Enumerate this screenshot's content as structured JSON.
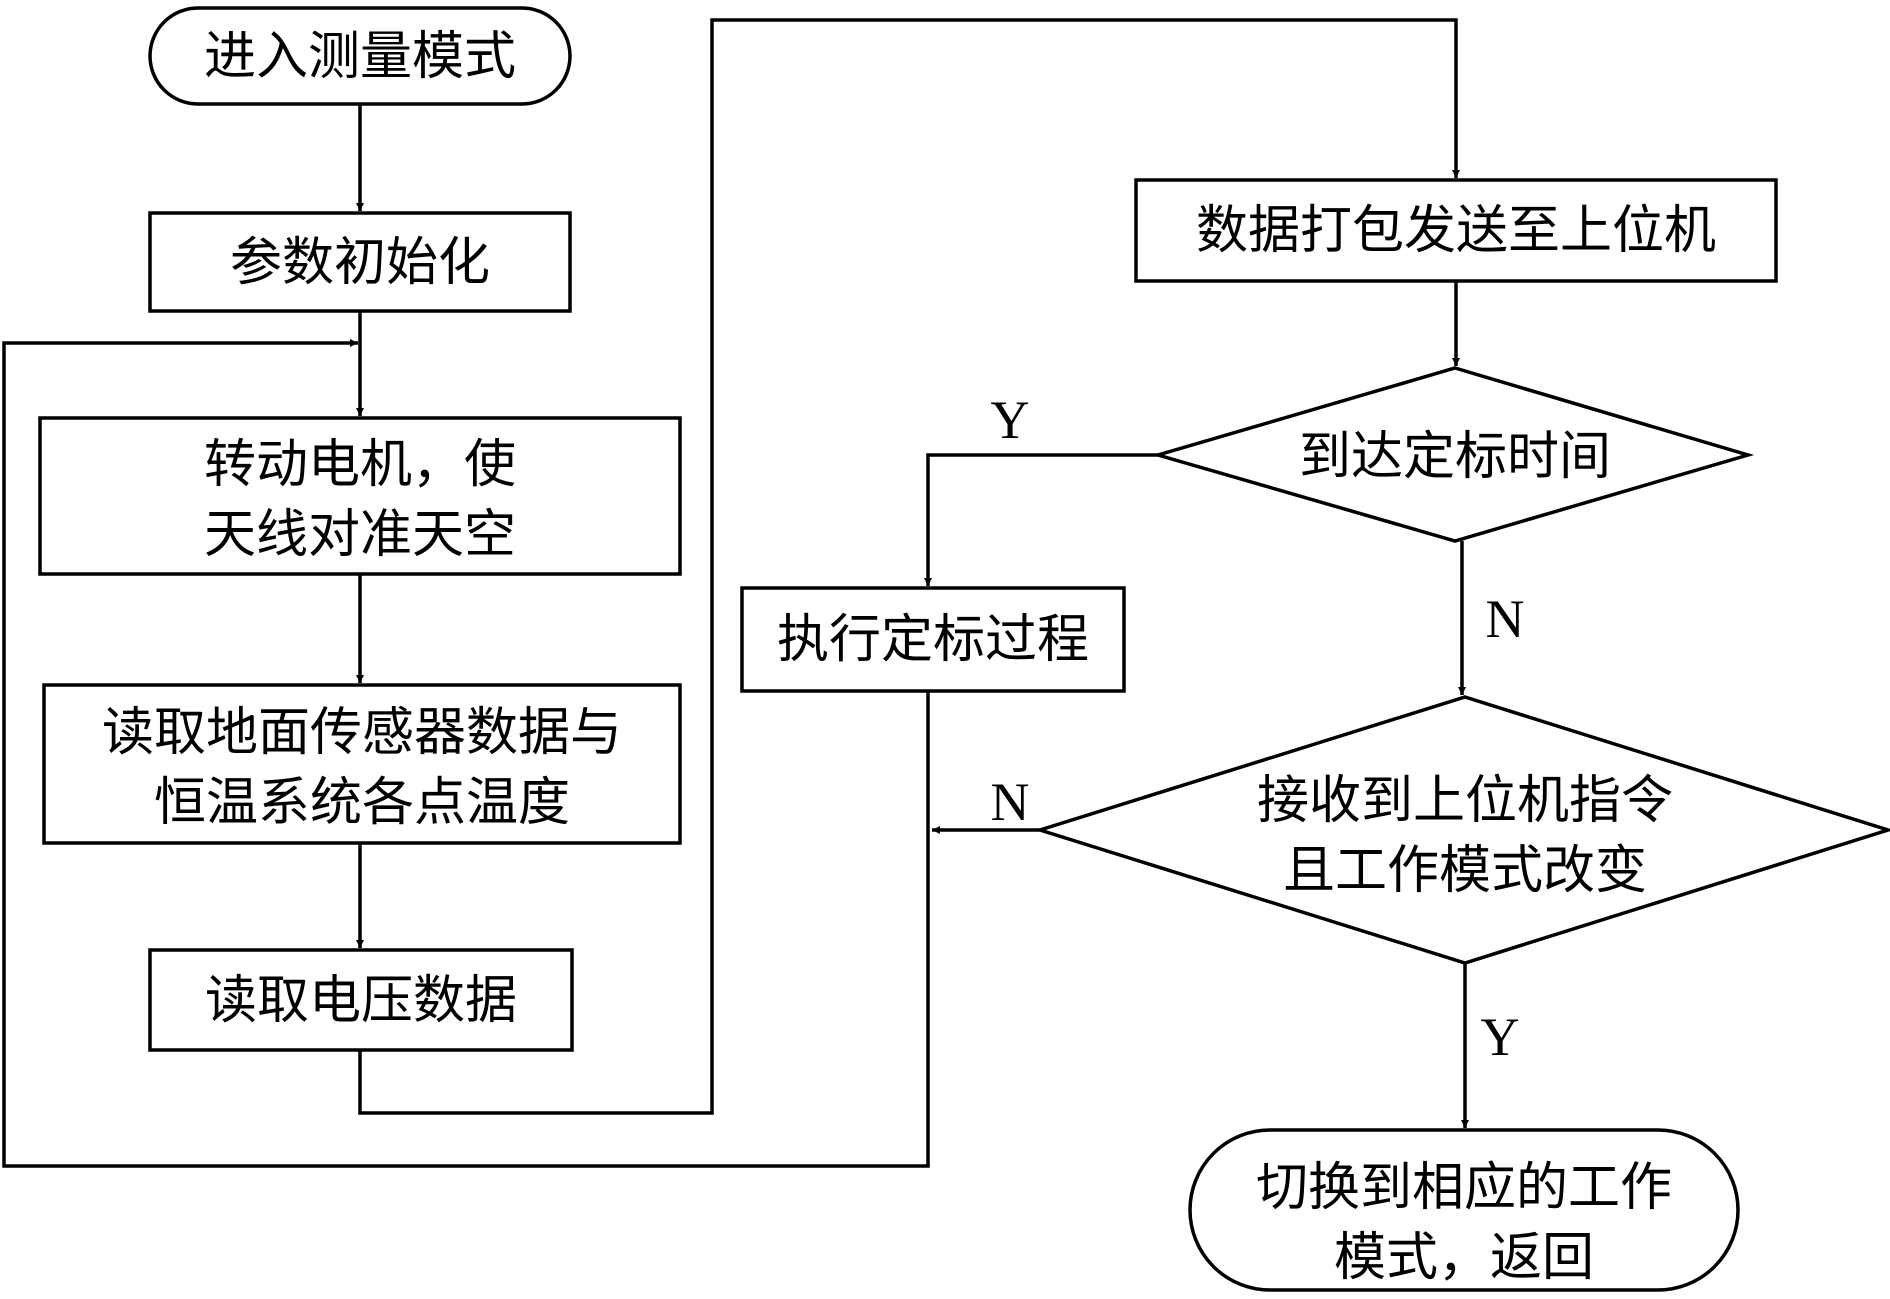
{
  "nodes": {
    "start": "进入测量模式",
    "init": "参数初始化",
    "rotate": [
      "转动电机，使",
      "天线对准天空"
    ],
    "read_sensors": [
      "读取地面传感器数据与",
      "恒温系统各点温度"
    ],
    "read_voltage": "读取电压数据",
    "send_data": "数据打包发送至上位机",
    "calib_time": "到达定标时间",
    "calibrate": "执行定标过程",
    "check_cmd": [
      "接收到上位机指令",
      "且工作模式改变"
    ],
    "switch_mode": [
      "切换到相应的工作",
      "模式，返回"
    ]
  },
  "edge_labels": {
    "calib_yes": "Y",
    "calib_no": "N",
    "cmd_no": "N",
    "cmd_yes": "Y"
  }
}
